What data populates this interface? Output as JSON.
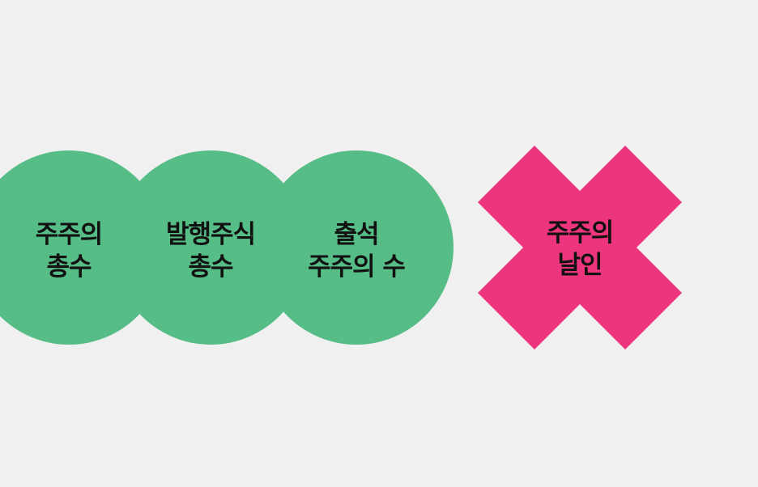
{
  "colors": {
    "background": "#f0f0f0",
    "circle": "#56bd87",
    "cross": "#ec357c",
    "text": "#111111"
  },
  "circles": [
    {
      "line1": "주주의",
      "line2": "총수"
    },
    {
      "line1": "발행주식",
      "line2": "총수"
    },
    {
      "line1": "출석",
      "line2": "주주의 수"
    }
  ],
  "cross": {
    "line1": "주주의",
    "line2": "날인",
    "icon": "x-mark"
  }
}
